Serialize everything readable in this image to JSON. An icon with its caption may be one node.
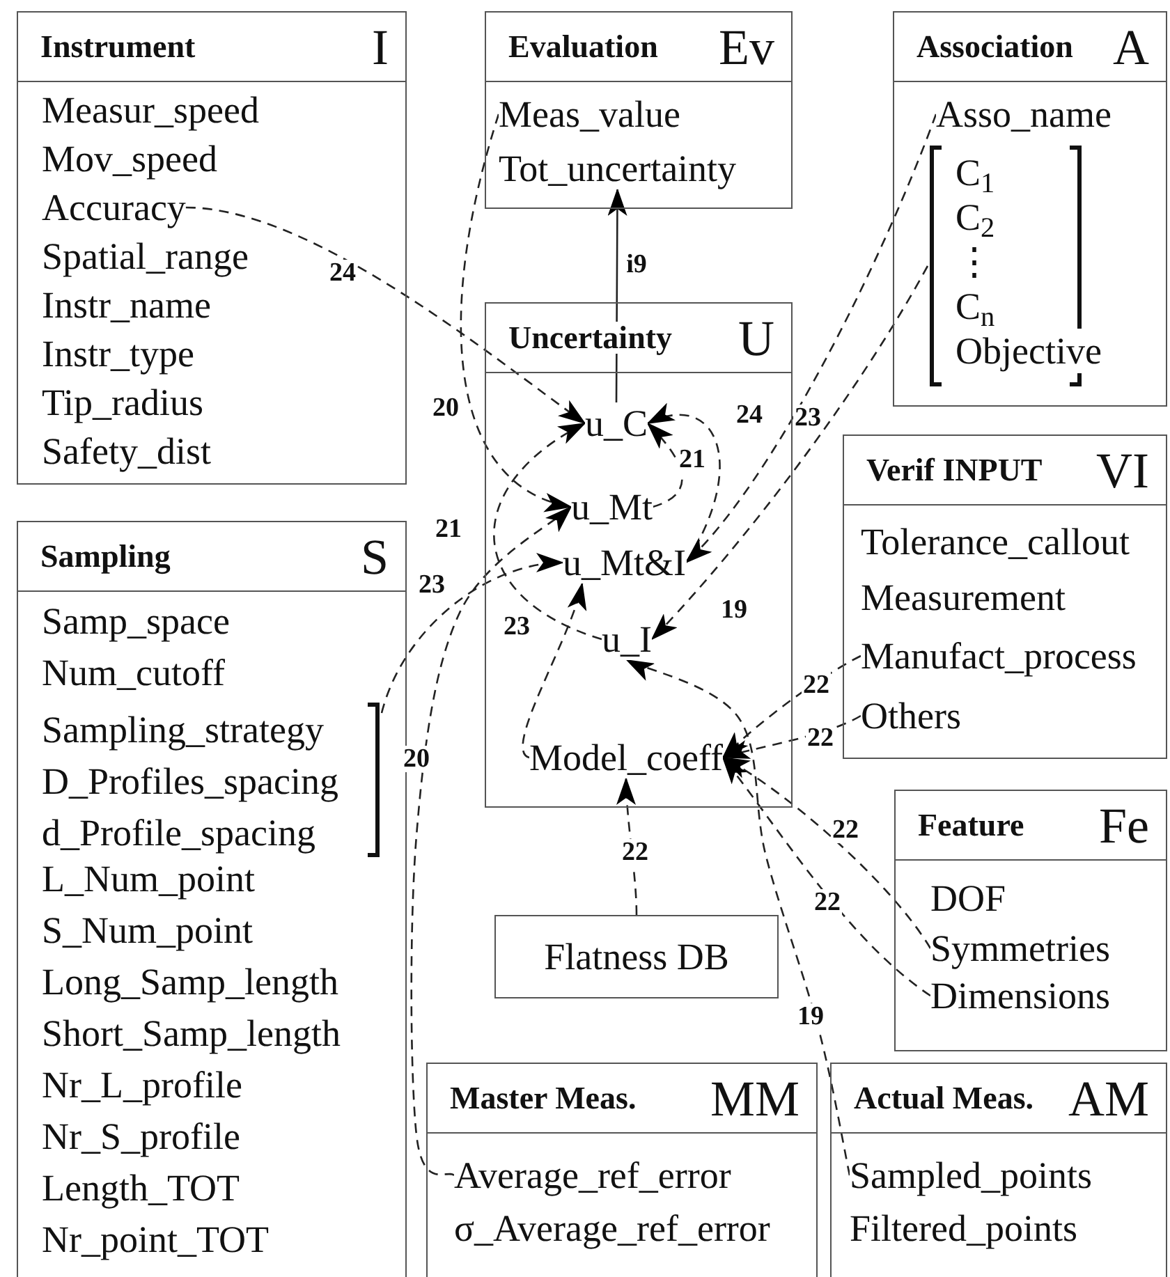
{
  "diagram": {
    "nodes": [
      {
        "text": [
          "Instrument",
          "I"
        ]
      },
      {
        "text": [
          "Measur_speed"
        ],
        "in": 0
      },
      {
        "text": [
          "Mov_speed"
        ],
        "in": 0
      },
      {
        "text": [
          "Accuracy"
        ],
        "in": 0
      },
      {
        "text": [
          "Spatial_range"
        ],
        "in": 0
      },
      {
        "text": [
          "Instr_name"
        ],
        "in": 0
      },
      {
        "text": [
          "Instr_type"
        ],
        "in": 0
      },
      {
        "text": [
          "Tip_radius"
        ],
        "in": 0
      },
      {
        "text": [
          "Safety_dist"
        ],
        "in": 0
      },
      {
        "text": [
          "Evaluation",
          "Ev"
        ]
      },
      {
        "text": [
          "Meas_value"
        ],
        "in": 9
      },
      {
        "text": [
          "Tot_uncertainty"
        ],
        "in": 9
      },
      {
        "text": [
          "Association",
          "A"
        ]
      },
      {
        "text": [
          "Asso_name"
        ],
        "in": 12
      },
      {
        "text": [
          "C$_{1}$",
          "C$_{2}$",
          "⋮",
          "C$_{n}$",
          "Objective"
        ],
        "in": 12
      },
      {
        "text": [
          "Uncertainty",
          "U"
        ]
      },
      {
        "text": [
          "u_C"
        ],
        "in": 15
      },
      {
        "text": [
          "u_Mt"
        ],
        "in": 15
      },
      {
        "text": [
          "u_Mt&I"
        ],
        "in": 15
      },
      {
        "text": [
          "u_I"
        ],
        "in": 15
      },
      {
        "text": [
          "Model_coeff"
        ],
        "in": 15
      },
      {
        "text": [
          "Verif INPUT",
          "VI"
        ]
      },
      {
        "text": [
          "Tolerance_callout"
        ],
        "in": 21
      },
      {
        "text": [
          "Measurement"
        ],
        "in": 21
      },
      {
        "text": [
          "Manufact_process"
        ],
        "in": 21
      },
      {
        "text": [
          "Others"
        ],
        "in": 21
      },
      {
        "text": [
          "Sampling",
          "S"
        ]
      },
      {
        "text": [
          "Samp_space"
        ],
        "in": 26
      },
      {
        "text": [
          "Num_cutoff"
        ],
        "in": 26
      },
      {
        "text": [
          "Sampling_strategy",
          "D_Profiles_spacing",
          "d_Profile_spacing"
        ],
        "in": 26
      },
      {
        "text": [
          "L_Num_point"
        ],
        "in": 26
      },
      {
        "text": [
          "S_Num_point"
        ],
        "in": 26
      },
      {
        "text": [
          "Long_Samp_length"
        ],
        "in": 26
      },
      {
        "text": [
          "Short_Samp_length"
        ],
        "in": 26
      },
      {
        "text": [
          "Nr_L_profile"
        ],
        "in": 26
      },
      {
        "text": [
          "Nr_S_profile"
        ],
        "in": 26
      },
      {
        "text": [
          "Length_TOT"
        ],
        "in": 26
      },
      {
        "text": [
          "Nr_point_TOT"
        ],
        "in": 26
      },
      {
        "text": [
          "Feature",
          "Fe"
        ]
      },
      {
        "text": [
          "DOF"
        ],
        "in": 38
      },
      {
        "text": [
          "Symmetries"
        ],
        "in": 38
      },
      {
        "text": [
          "Dimensions"
        ],
        "in": 38
      },
      {
        "text": [
          "Flatness DB"
        ]
      },
      {
        "text": [
          "Master Meas.",
          "MM"
        ]
      },
      {
        "text": [
          "Average_ref_error"
        ],
        "in": 43
      },
      {
        "text": [
          "σ_Average_ref_error"
        ],
        "in": 43
      },
      {
        "text": [
          "Actual Meas.",
          "AM"
        ]
      },
      {
        "text": [
          "Sampled_points"
        ],
        "in": 46
      },
      {
        "text": [
          "Filtered_points"
        ],
        "in": 46
      }
    ],
    "edges": [
      {
        "from": 3,
        "to": 16,
        "arrow": "to",
        "label": "24",
        "style": "dashed"
      },
      {
        "from": 10,
        "to": 17,
        "arrow": "to",
        "label": "20",
        "style": "dashed"
      },
      {
        "from": 44,
        "to": 17,
        "arrow": "to",
        "label": "20",
        "style": "dashed"
      },
      {
        "from": 17,
        "to": 16,
        "arrow": "to",
        "label": "21",
        "style": "dashed"
      },
      {
        "from": 19,
        "to": 16,
        "arrow": "to",
        "label": "21",
        "style": "dashed"
      },
      {
        "from": 18,
        "to": 16,
        "arrow": "to",
        "label": "24",
        "style": "dashed"
      },
      {
        "from": 13,
        "to": 18,
        "arrow": "to",
        "label": "23",
        "style": "dashed"
      },
      {
        "from": 14,
        "to": 19,
        "arrow": "to",
        "label": "19",
        "style": "dashed"
      },
      {
        "from": 29,
        "to": 18,
        "arrow": "to",
        "label": "23",
        "style": "dashed"
      },
      {
        "from": 20,
        "to": 18,
        "arrow": "to",
        "label": "23",
        "style": "dashed"
      },
      {
        "from": 47,
        "to": 19,
        "arrow": "to",
        "label": "19",
        "style": "dashed"
      },
      {
        "from": 42,
        "to": 20,
        "arrow": "to",
        "label": "22",
        "style": "dashed"
      },
      {
        "from": 24,
        "to": 20,
        "arrow": "to",
        "label": "22",
        "style": "dashed"
      },
      {
        "from": 25,
        "to": 20,
        "arrow": "to",
        "label": "22",
        "style": "dashed"
      },
      {
        "from": 40,
        "to": 20,
        "arrow": "to",
        "label": "22",
        "style": "dashed"
      },
      {
        "from": 41,
        "to": 20,
        "arrow": "to",
        "label": "22",
        "style": "dashed"
      },
      {
        "from": 16,
        "to": 11,
        "arrow": "to",
        "label": "i9"
      }
    ]
  }
}
